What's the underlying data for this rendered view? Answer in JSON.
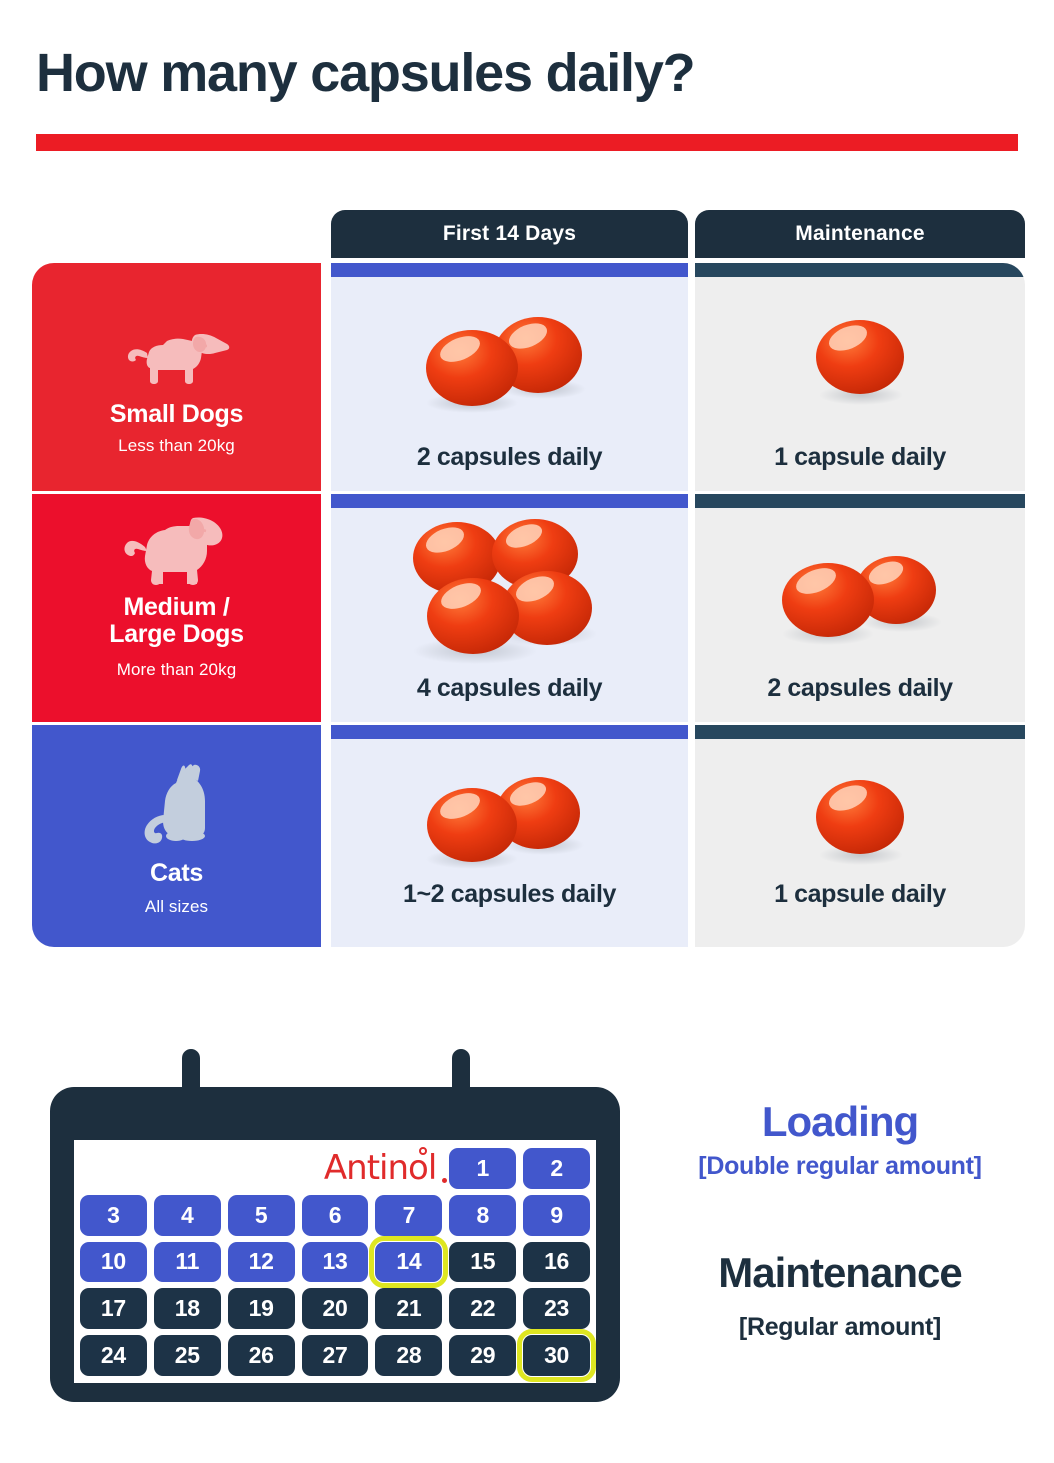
{
  "page": {
    "title": "How many capsules daily?"
  },
  "table": {
    "columns": [
      {
        "label": "First 14 Days",
        "accent": "#4257cc"
      },
      {
        "label": "Maintenance",
        "accent": "#27475e"
      }
    ],
    "rows": [
      {
        "animal": "Small Dogs",
        "weight": "Less than 20kg",
        "icon": "dachshund-icon",
        "panel_color": "#e8252f",
        "first14": {
          "text": "2 capsules daily",
          "capsules": 2
        },
        "maintenance": {
          "text": "1 capsule daily",
          "capsules": 1
        }
      },
      {
        "animal": "Medium /\nLarge Dogs",
        "animal_line1": "Medium /",
        "animal_line2": "Large Dogs",
        "weight": "More than 20kg",
        "icon": "labrador-icon",
        "panel_color": "#ec0f2c",
        "first14": {
          "text": "4 capsules daily",
          "capsules": 4
        },
        "maintenance": {
          "text": "2 capsules daily",
          "capsules": 2
        }
      },
      {
        "animal": "Cats",
        "weight": "All sizes",
        "icon": "cat-icon",
        "panel_color": "#4257cc",
        "first14": {
          "text": "1~2 capsules daily",
          "capsules": 2
        },
        "maintenance": {
          "text": "1 capsule daily",
          "capsules": 1
        }
      }
    ]
  },
  "calendar": {
    "brand": "Antinol",
    "days": [
      {
        "n": "1",
        "phase": "loading",
        "marked": false
      },
      {
        "n": "2",
        "phase": "loading",
        "marked": false
      },
      {
        "n": "3",
        "phase": "loading",
        "marked": false
      },
      {
        "n": "4",
        "phase": "loading",
        "marked": false
      },
      {
        "n": "5",
        "phase": "loading",
        "marked": false
      },
      {
        "n": "6",
        "phase": "loading",
        "marked": false
      },
      {
        "n": "7",
        "phase": "loading",
        "marked": false
      },
      {
        "n": "8",
        "phase": "loading",
        "marked": false
      },
      {
        "n": "9",
        "phase": "loading",
        "marked": false
      },
      {
        "n": "10",
        "phase": "loading",
        "marked": false
      },
      {
        "n": "11",
        "phase": "loading",
        "marked": false
      },
      {
        "n": "12",
        "phase": "loading",
        "marked": false
      },
      {
        "n": "13",
        "phase": "loading",
        "marked": false
      },
      {
        "n": "14",
        "phase": "loading",
        "marked": true
      },
      {
        "n": "15",
        "phase": "maintenance",
        "marked": false
      },
      {
        "n": "16",
        "phase": "maintenance",
        "marked": false
      },
      {
        "n": "17",
        "phase": "maintenance",
        "marked": false
      },
      {
        "n": "18",
        "phase": "maintenance",
        "marked": false
      },
      {
        "n": "19",
        "phase": "maintenance",
        "marked": false
      },
      {
        "n": "20",
        "phase": "maintenance",
        "marked": false
      },
      {
        "n": "21",
        "phase": "maintenance",
        "marked": false
      },
      {
        "n": "22",
        "phase": "maintenance",
        "marked": false
      },
      {
        "n": "23",
        "phase": "maintenance",
        "marked": false
      },
      {
        "n": "24",
        "phase": "maintenance",
        "marked": false
      },
      {
        "n": "25",
        "phase": "maintenance",
        "marked": false
      },
      {
        "n": "26",
        "phase": "maintenance",
        "marked": false
      },
      {
        "n": "27",
        "phase": "maintenance",
        "marked": false
      },
      {
        "n": "28",
        "phase": "maintenance",
        "marked": false
      },
      {
        "n": "29",
        "phase": "maintenance",
        "marked": false
      },
      {
        "n": "30",
        "phase": "maintenance",
        "marked": true
      }
    ]
  },
  "legend": {
    "loading_title": "Loading",
    "loading_sub": "[Double regular amount]",
    "maintenance_title": "Maintenance",
    "maintenance_sub": "[Regular amount]"
  },
  "colors": {
    "navy": "#1d2f3e",
    "red": "#ec1c24",
    "blue": "#4257cc",
    "yellow": "#dee621",
    "capsule": "#e8431a"
  }
}
